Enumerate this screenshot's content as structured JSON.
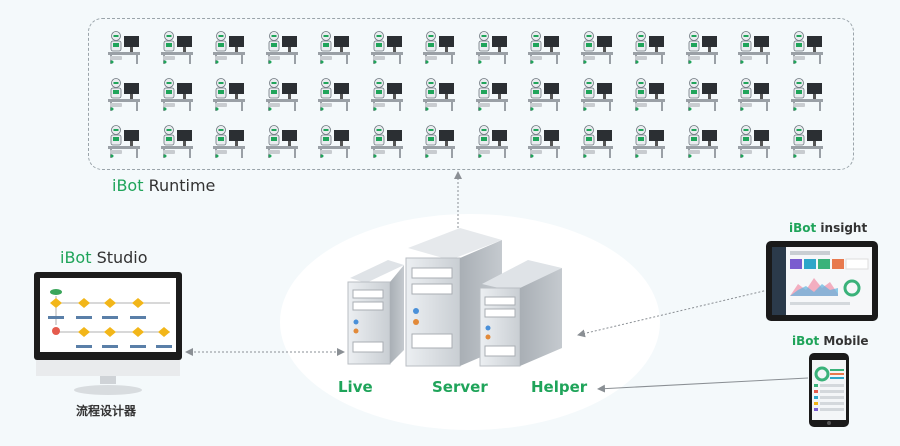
{
  "runtime": {
    "brand": "iBot",
    "name": " Runtime",
    "robot_rows": 3,
    "robot_cols": 14
  },
  "studio": {
    "brand": "iBot",
    "name": " Studio",
    "caption": "流程设计器"
  },
  "servers": {
    "live": "Live",
    "server": "Server",
    "helper": "Helper"
  },
  "insight": {
    "brand": "iBot",
    "name": " insight"
  },
  "mobile": {
    "brand": "iBot",
    "name": " Mobile"
  },
  "icons": {
    "robot": "robot-at-desk-icon",
    "monitor": "monitor-icon",
    "tablet": "tablet-icon",
    "phone": "phone-icon",
    "server": "server-tower-icon"
  },
  "colors": {
    "brand_green": "#1fa45a",
    "text": "#333333",
    "connector": "#8a8f94"
  }
}
